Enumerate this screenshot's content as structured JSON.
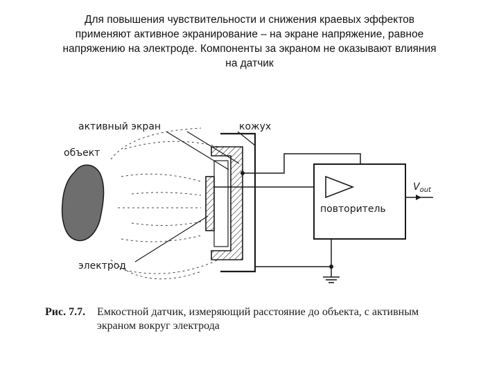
{
  "heading": {
    "lines": [
      "Для повышения чувствительности и снижения краевых эффектов",
      "применяют активное экранирование – на экране напряжение, равное",
      "напряжению на электроде. Компоненты за экраном не оказывают влияния",
      "на датчик"
    ]
  },
  "diagram": {
    "labels": {
      "active_shield": "активный экран",
      "object": "объект",
      "housing": "кожух",
      "electrode": "электрод",
      "follower": "повторитель",
      "vout_main": "V",
      "vout_sub": "out"
    },
    "caption": {
      "figure_label": "Рис. 7.7.",
      "line1": "Емкостной датчик, измеряющий расстояние до объекта, с активным",
      "line2": "экраном вокруг электрода"
    }
  }
}
